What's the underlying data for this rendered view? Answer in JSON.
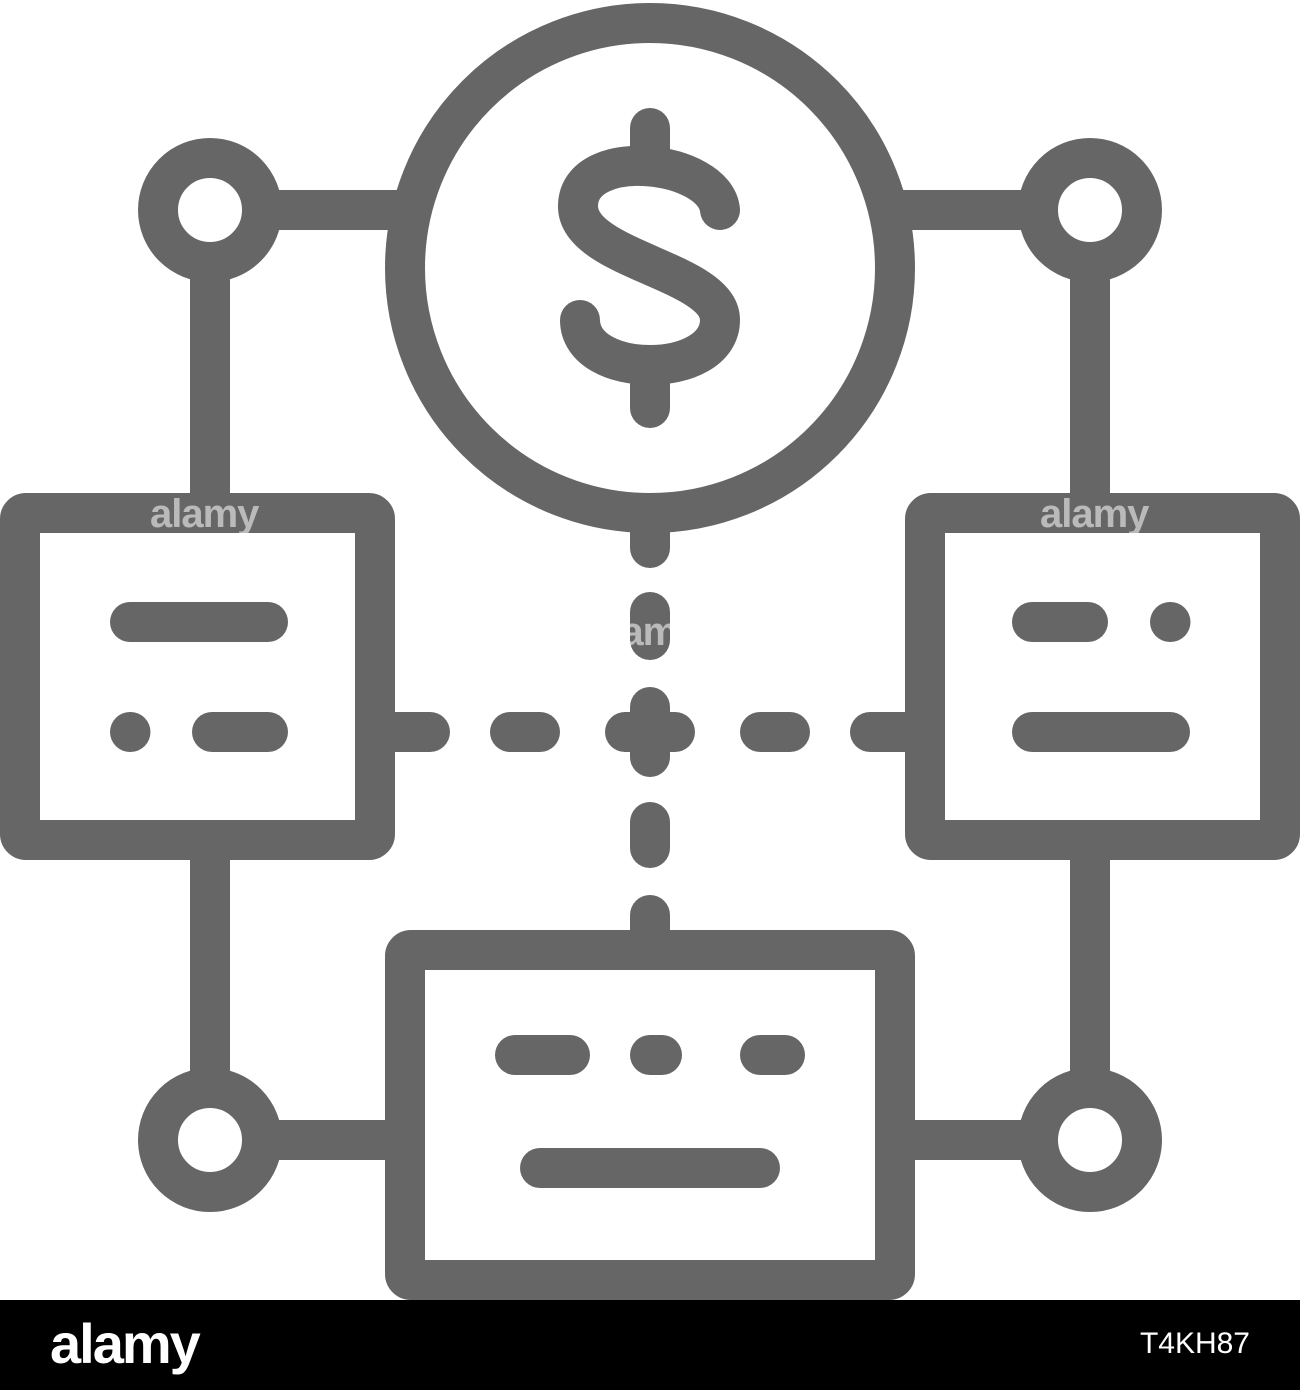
{
  "colors": {
    "stroke": "#666666",
    "background": "#ffffff",
    "footer_background": "#000000",
    "footer_text": "#ffffff"
  },
  "icon": {
    "name": "dollar-flowchart-network-icon",
    "center_symbol": "$"
  },
  "watermark": {
    "text": "alamy"
  },
  "footer": {
    "logo": "alamy",
    "image_id": "T4KH87"
  }
}
